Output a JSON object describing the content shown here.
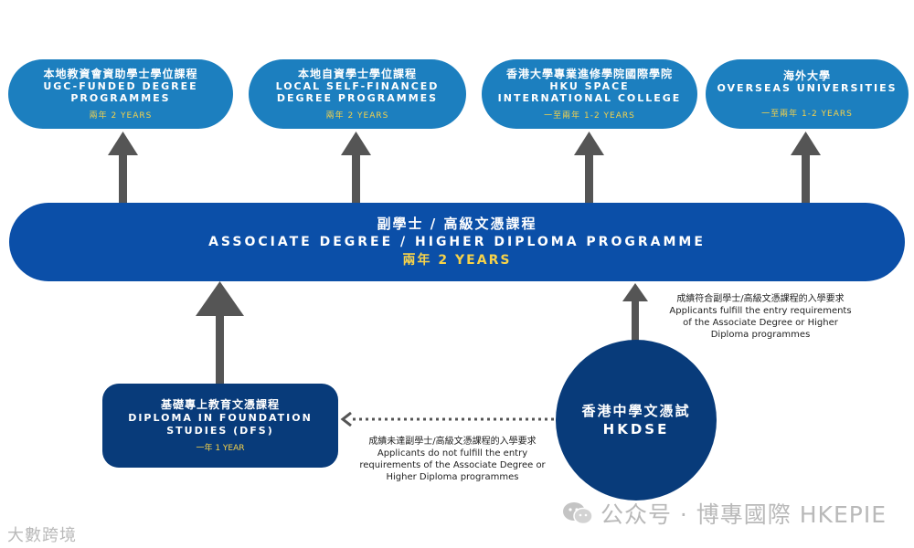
{
  "destinations": [
    {
      "cn": "本地教資會資助學士學位課程",
      "en1": "UGC-FUNDED DEGREE",
      "en2": "PROGRAMMES",
      "years": "兩年 2 YEARS"
    },
    {
      "cn": "本地自資學士學位課程",
      "en1": "LOCAL SELF-FINANCED",
      "en2": "DEGREE PROGRAMMES",
      "years": "兩年 2 YEARS"
    },
    {
      "cn": "香港大學專業進修學院國際學院",
      "en1": "HKU SPACE",
      "en2": "INTERNATIONAL COLLEGE",
      "years": "一至兩年 1-2 YEARS"
    },
    {
      "cn": "海外大學",
      "en1": "OVERSEAS UNIVERSITIES",
      "en2": "",
      "years": "一至兩年 1-2 YEARS"
    }
  ],
  "main": {
    "cn": "副學士 / 高級文憑課程",
    "en": "ASSOCIATE DEGREE / HIGHER DIPLOMA PROGRAMME",
    "years": "兩年 2 YEARS"
  },
  "dfs": {
    "cn": "基礎專上教育文憑課程",
    "en1": "DIPLOMA IN FOUNDATION",
    "en2": "STUDIES (DFS)",
    "years": "一年 1 YEAR"
  },
  "hkdse": {
    "cn": "香港中學文憑試",
    "en": "HKDSE"
  },
  "note_fulfill": {
    "cn": "成績符合副學士/高級文憑課程的入學要求",
    "l1": "Applicants fulfill the entry requirements",
    "l2": "of the Associate Degree or Higher",
    "l3": "Diploma programmes"
  },
  "note_not_fulfill": {
    "cn": "成績未達副學士/高級文憑課程的入學要求",
    "l1": "Applicants do not fulfill the entry",
    "l2": "requirements of the Associate Degree or",
    "l3": "Higher Diploma programmes"
  },
  "watermark_right": "公众号 · 博專國際 HKEPIE",
  "watermark_left": "大數跨境",
  "colors": {
    "top": "#1c7fbf",
    "main": "#0b4fa8",
    "dark": "#083b7a",
    "accent": "#f6d24a",
    "arrow": "#555555"
  }
}
